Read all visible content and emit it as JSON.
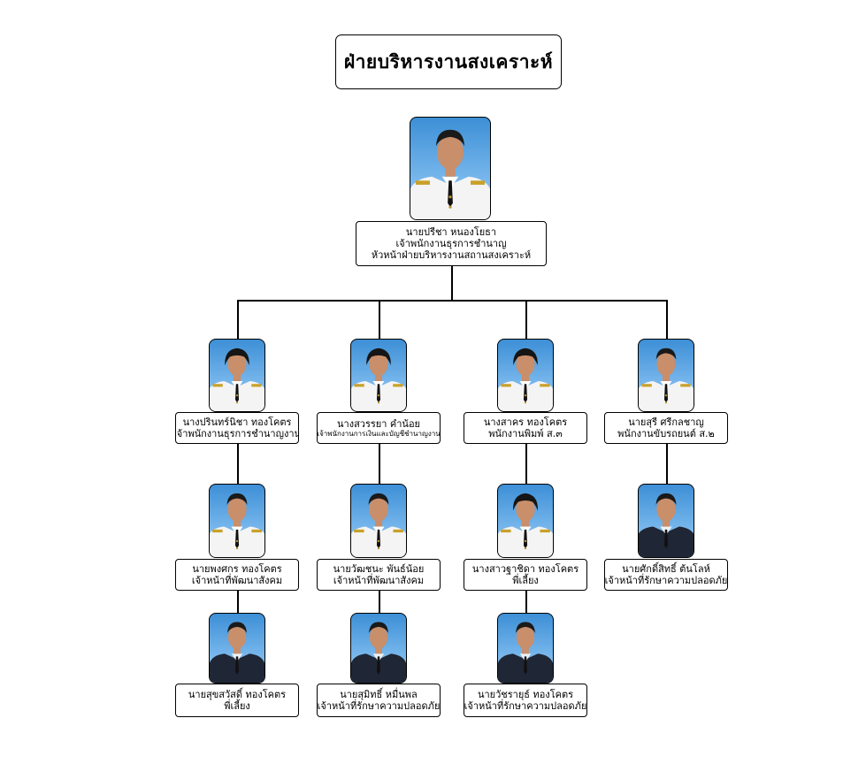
{
  "title": "ฝ่ายบริหารงานสงเคราะห์",
  "head": {
    "name": "นายปรีชา หนองโยธา",
    "lines": [
      "เจ้าพนักงานธุรการชำนาญ",
      "หัวหน้าฝ่ายบริหารงานสถานสงเคราะห์"
    ]
  },
  "columns": [
    {
      "members": [
        {
          "name": "นางปรินทร์นิชา ทองโคตร",
          "lines": [
            "เจ้าพนักงานธุรการชำนาญงาน"
          ],
          "attire": "white-uniform",
          "gender": "female"
        },
        {
          "name": "นายพงศกร ทองโคตร",
          "lines": [
            "เจ้าหน้าที่พัฒนาสังคม"
          ],
          "attire": "white-uniform",
          "gender": "male"
        },
        {
          "name": "นายสุขสวัสดิ์ ทองโคตร",
          "lines": [
            "พี่เลี้ยง"
          ],
          "attire": "suit",
          "gender": "male"
        }
      ]
    },
    {
      "members": [
        {
          "name": "นางสวรรยา คำน้อย",
          "lines": [
            "เจ้าพนักงานการเงินและบัญชีชำนาญงาน"
          ],
          "attire": "white-uniform",
          "gender": "female"
        },
        {
          "name": "นายวัฒชนะ พันธ์น้อย",
          "lines": [
            "เจ้าหน้าที่พัฒนาสังคม"
          ],
          "attire": "white-uniform",
          "gender": "male"
        },
        {
          "name": "นายสุมิทธิ์ หมื่นพล",
          "lines": [
            "เจ้าหน้าที่รักษาความปลอดภัย"
          ],
          "attire": "suit",
          "gender": "male"
        }
      ]
    },
    {
      "members": [
        {
          "name": "นางสาคร ทองโคตร",
          "lines": [
            "พนักงานพิมพ์ ส.๓"
          ],
          "attire": "white-uniform",
          "gender": "female"
        },
        {
          "name": "นางสาวฐาชิดา ทองโคตร",
          "lines": [
            "พี่เลี้ยง"
          ],
          "attire": "white-uniform",
          "gender": "female"
        },
        {
          "name": "นายวัชรายุธ์ ทองโคตร",
          "lines": [
            "เจ้าหน้าที่รักษาความปลอดภัย"
          ],
          "attire": "suit",
          "gender": "male"
        }
      ]
    },
    {
      "members": [
        {
          "name": "นายสุรี ศรีกลชาญ",
          "lines": [
            "พนักงานขับรถยนต์ ส.๒"
          ],
          "attire": "white-uniform",
          "gender": "male"
        },
        {
          "name": "นายศักดิ์สิทธิ์ ต้นโลห์",
          "lines": [
            "เจ้าหน้าที่รักษาความปลอดภัย"
          ],
          "attire": "suit",
          "gender": "male"
        }
      ]
    }
  ],
  "colors": {
    "line": "#000000",
    "photo_bg": "#5aa3e3",
    "uniform": "#f4f4f4",
    "suit": "#1f2635"
  }
}
